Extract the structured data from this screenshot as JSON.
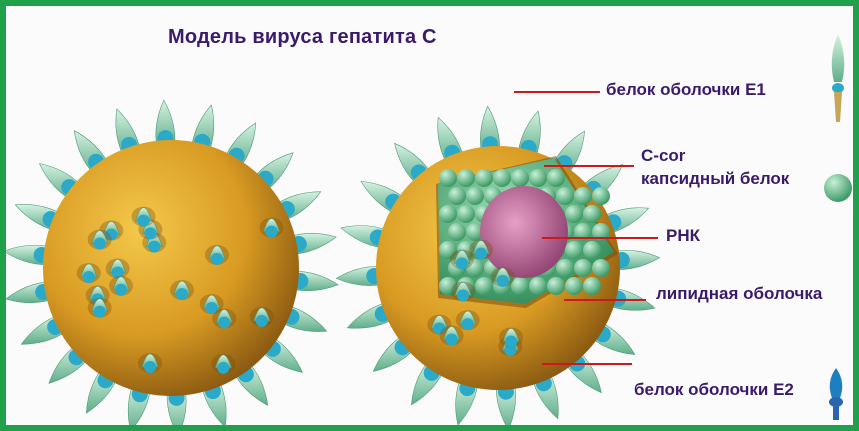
{
  "title": "Модель вируса гепатита C",
  "labels": {
    "e1": "белок оболочки E1",
    "ccore_line1": "C-cor",
    "ccore_line2": "капсидный белок",
    "rna": "РНК",
    "lipid": "липидная оболочка",
    "e2": "белок оболочки E2"
  },
  "colors": {
    "frame": "#1fa04a",
    "text": "#3a1a6a",
    "pointer_line": "#cc1a1a",
    "envelope": "#e3a826",
    "spike": "#9fd6b6",
    "spike_base": "#2aa9c9",
    "capsid": "#4fb07a",
    "rna": "#b0608e"
  }
}
